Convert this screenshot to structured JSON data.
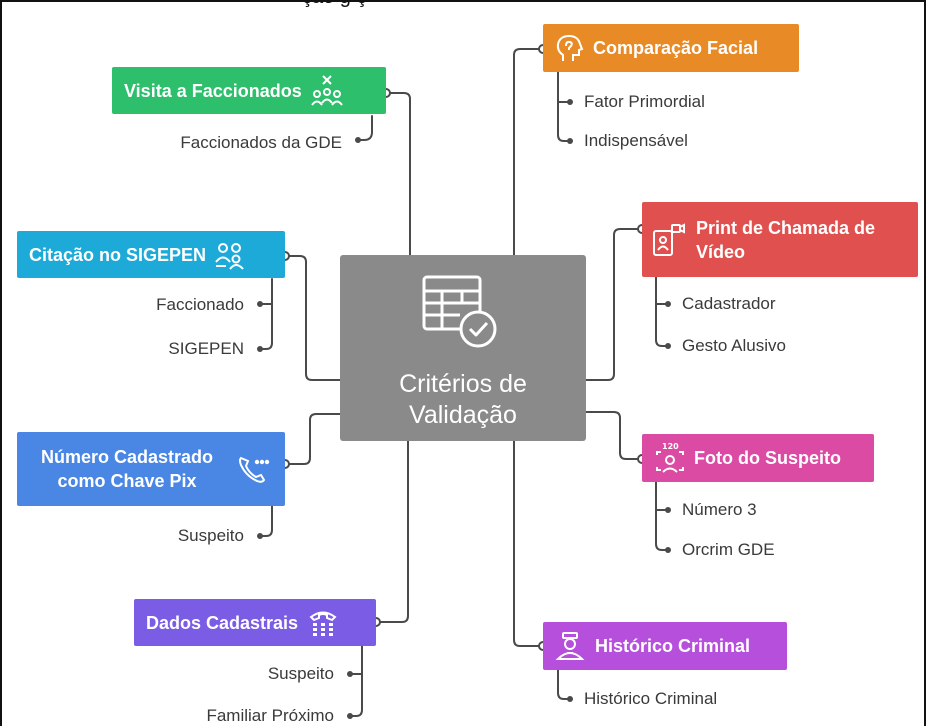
{
  "top_text": "ção                                               g                            ç",
  "center": {
    "title": "Critérios de\nValidação",
    "icon": "table-check-icon",
    "color": "#8a8a8a"
  },
  "branches": [
    {
      "id": "visita",
      "label": "Visita a Faccionados",
      "icon": "people-cross-icon",
      "color": "#2ebf6c",
      "children": [
        "Faccionados da GDE"
      ]
    },
    {
      "id": "citacao",
      "label": "Citação no SIGEPEN",
      "icon": "people-group-icon",
      "color": "#1eaad8",
      "children": [
        "Faccionado",
        "SIGEPEN"
      ]
    },
    {
      "id": "numero",
      "label": "Número Cadastrado como Chave Pix",
      "icon": "phone-call-icon",
      "color": "#4a86e4",
      "children": [
        "Suspeito"
      ]
    },
    {
      "id": "dados",
      "label": "Dados Cadastrais",
      "icon": "telephone-keypad-icon",
      "color": "#7b5ce4",
      "children": [
        "Suspeito",
        "Familiar Próximo"
      ]
    },
    {
      "id": "comparacao",
      "label": "Comparação Facial",
      "icon": "head-profile-icon",
      "color": "#e88b26",
      "children": [
        "Fator Primordial",
        "Indispensável"
      ]
    },
    {
      "id": "print",
      "label": "Print de Chamada de Vídeo",
      "icon": "video-call-icon",
      "color": "#e0504e",
      "children": [
        "Cadastrador",
        "Gesto Alusivo"
      ]
    },
    {
      "id": "foto",
      "label": "Foto do Suspeito",
      "icon": "face-id-icon",
      "color": "#db4aa3",
      "children": [
        "Número 3",
        "Orcrim GDE"
      ]
    },
    {
      "id": "historico",
      "label": "Histórico Criminal",
      "icon": "prisoner-icon",
      "color": "#b64fdc",
      "children": [
        "Histórico Criminal"
      ]
    }
  ]
}
